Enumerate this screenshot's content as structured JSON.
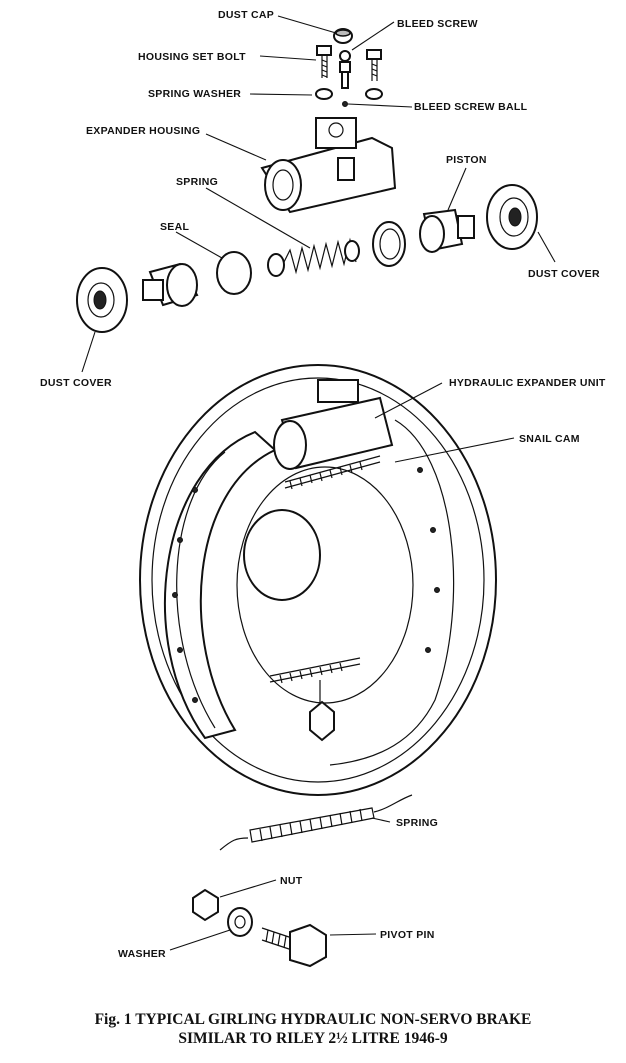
{
  "labels": {
    "dust_cap": "DUST CAP",
    "bleed_screw": "BLEED SCREW",
    "housing_set_bolt": "HOUSING SET BOLT",
    "spring_washer": "SPRING WASHER",
    "bleed_screw_ball": "BLEED SCREW BALL",
    "expander_housing": "EXPANDER HOUSING",
    "piston": "PISTON",
    "spring_top": "SPRING",
    "seal": "SEAL",
    "dust_cover_right": "DUST COVER",
    "dust_cover_left": "DUST COVER",
    "hydraulic_expander_unit": "HYDRAULIC EXPANDER UNIT",
    "snail_cam": "SNAIL CAM",
    "spring_bottom": "SPRING",
    "nut": "NUT",
    "washer": "WASHER",
    "pivot_pin": "PIVOT PIN"
  },
  "caption": {
    "line1": "Fig. 1 TYPICAL GIRLING HYDRAULIC NON-SERVO BRAKE",
    "line2": "SIMILAR TO RILEY 2½ LITRE 1946-9"
  }
}
